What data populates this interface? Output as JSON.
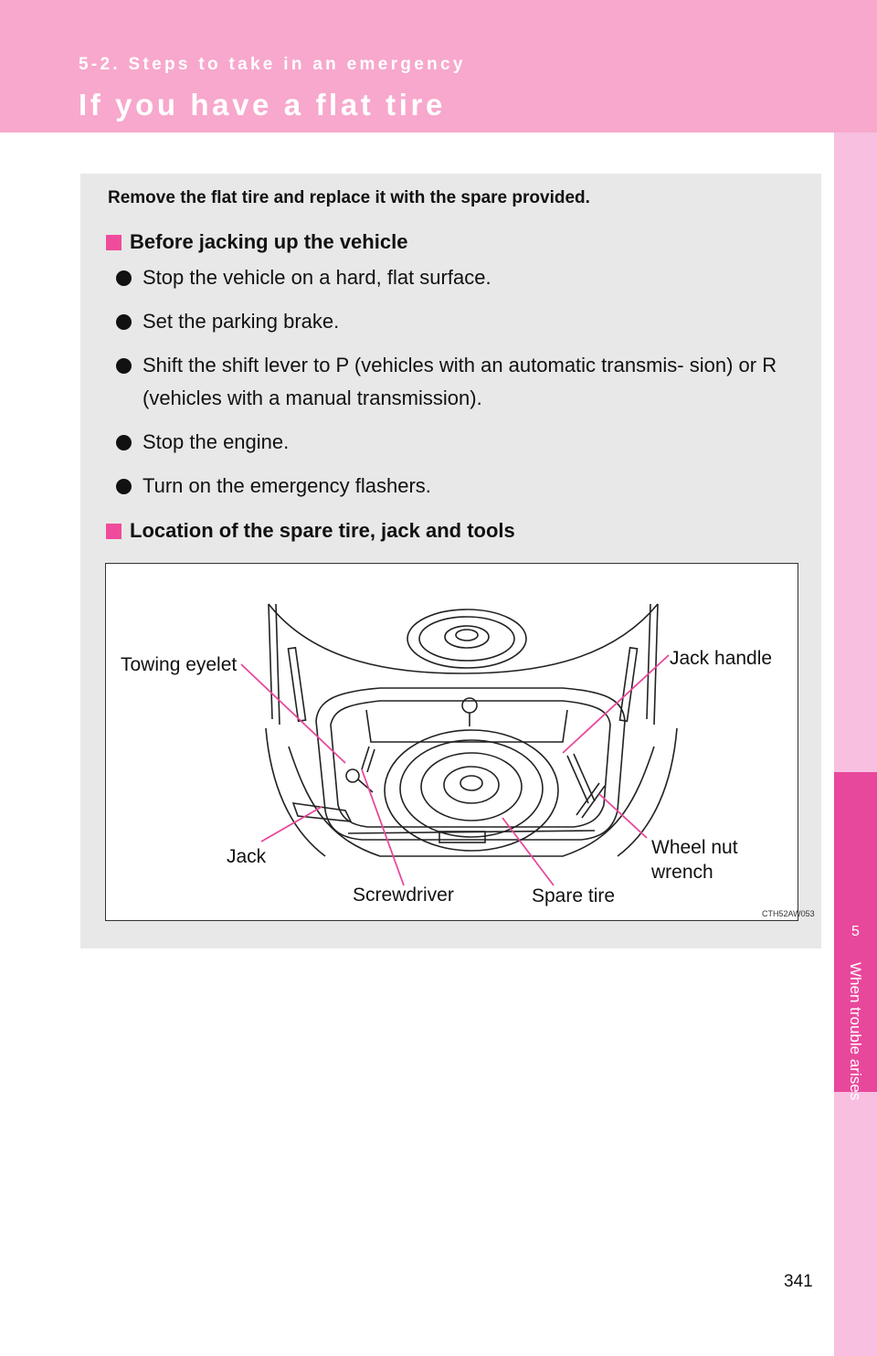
{
  "header": {
    "section": "5-2. Steps to take in an emergency",
    "title": "If you have a flat tire"
  },
  "side_tab": {
    "number": "5",
    "label": "When trouble arises"
  },
  "content": {
    "intro": "Remove the flat tire and replace it with the spare provided.",
    "section1": {
      "heading": "Before jacking up the vehicle",
      "bullets": [
        "Stop the vehicle on a hard, flat surface.",
        "Set the parking brake.",
        "Shift the shift lever to P (vehicles with an automatic transmis- sion) or R (vehicles with a manual transmission).",
        "Stop the engine.",
        "Turn on the emergency flashers."
      ]
    },
    "section2": {
      "heading": "Location of the spare tire, jack and tools"
    }
  },
  "figure": {
    "labels": {
      "towing_eyelet": "Towing eyelet",
      "jack_handle": "Jack handle",
      "jack": "Jack",
      "wheel_nut_wrench_1": "Wheel nut",
      "wheel_nut_wrench_2": "wrench",
      "screwdriver": "Screwdriver",
      "spare_tire": "Spare tire"
    },
    "code": "CTH52AW053",
    "leader_color": "#e8489b"
  },
  "page_number": "341"
}
